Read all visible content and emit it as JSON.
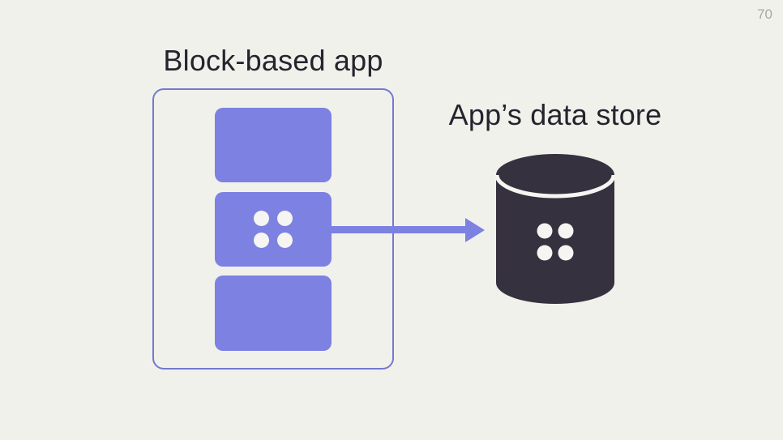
{
  "page_number": "70",
  "app": {
    "title": "Block-based app",
    "blocks": [
      "block-plain",
      "block-with-dots",
      "block-plain"
    ]
  },
  "datastore": {
    "title": "App’s data store"
  },
  "arrow": {
    "direction": "right"
  },
  "icons": {
    "block_content": "four-dots-icon",
    "datastore": "database-cylinder-icon"
  },
  "colors": {
    "background": "#F1F1EC",
    "text": "#25242E",
    "purple": "#7C81E2",
    "outline": "#7379D2",
    "cylinder": "#36313E",
    "dot": "#F6F5F1",
    "page-number": "#A6A6A6"
  }
}
